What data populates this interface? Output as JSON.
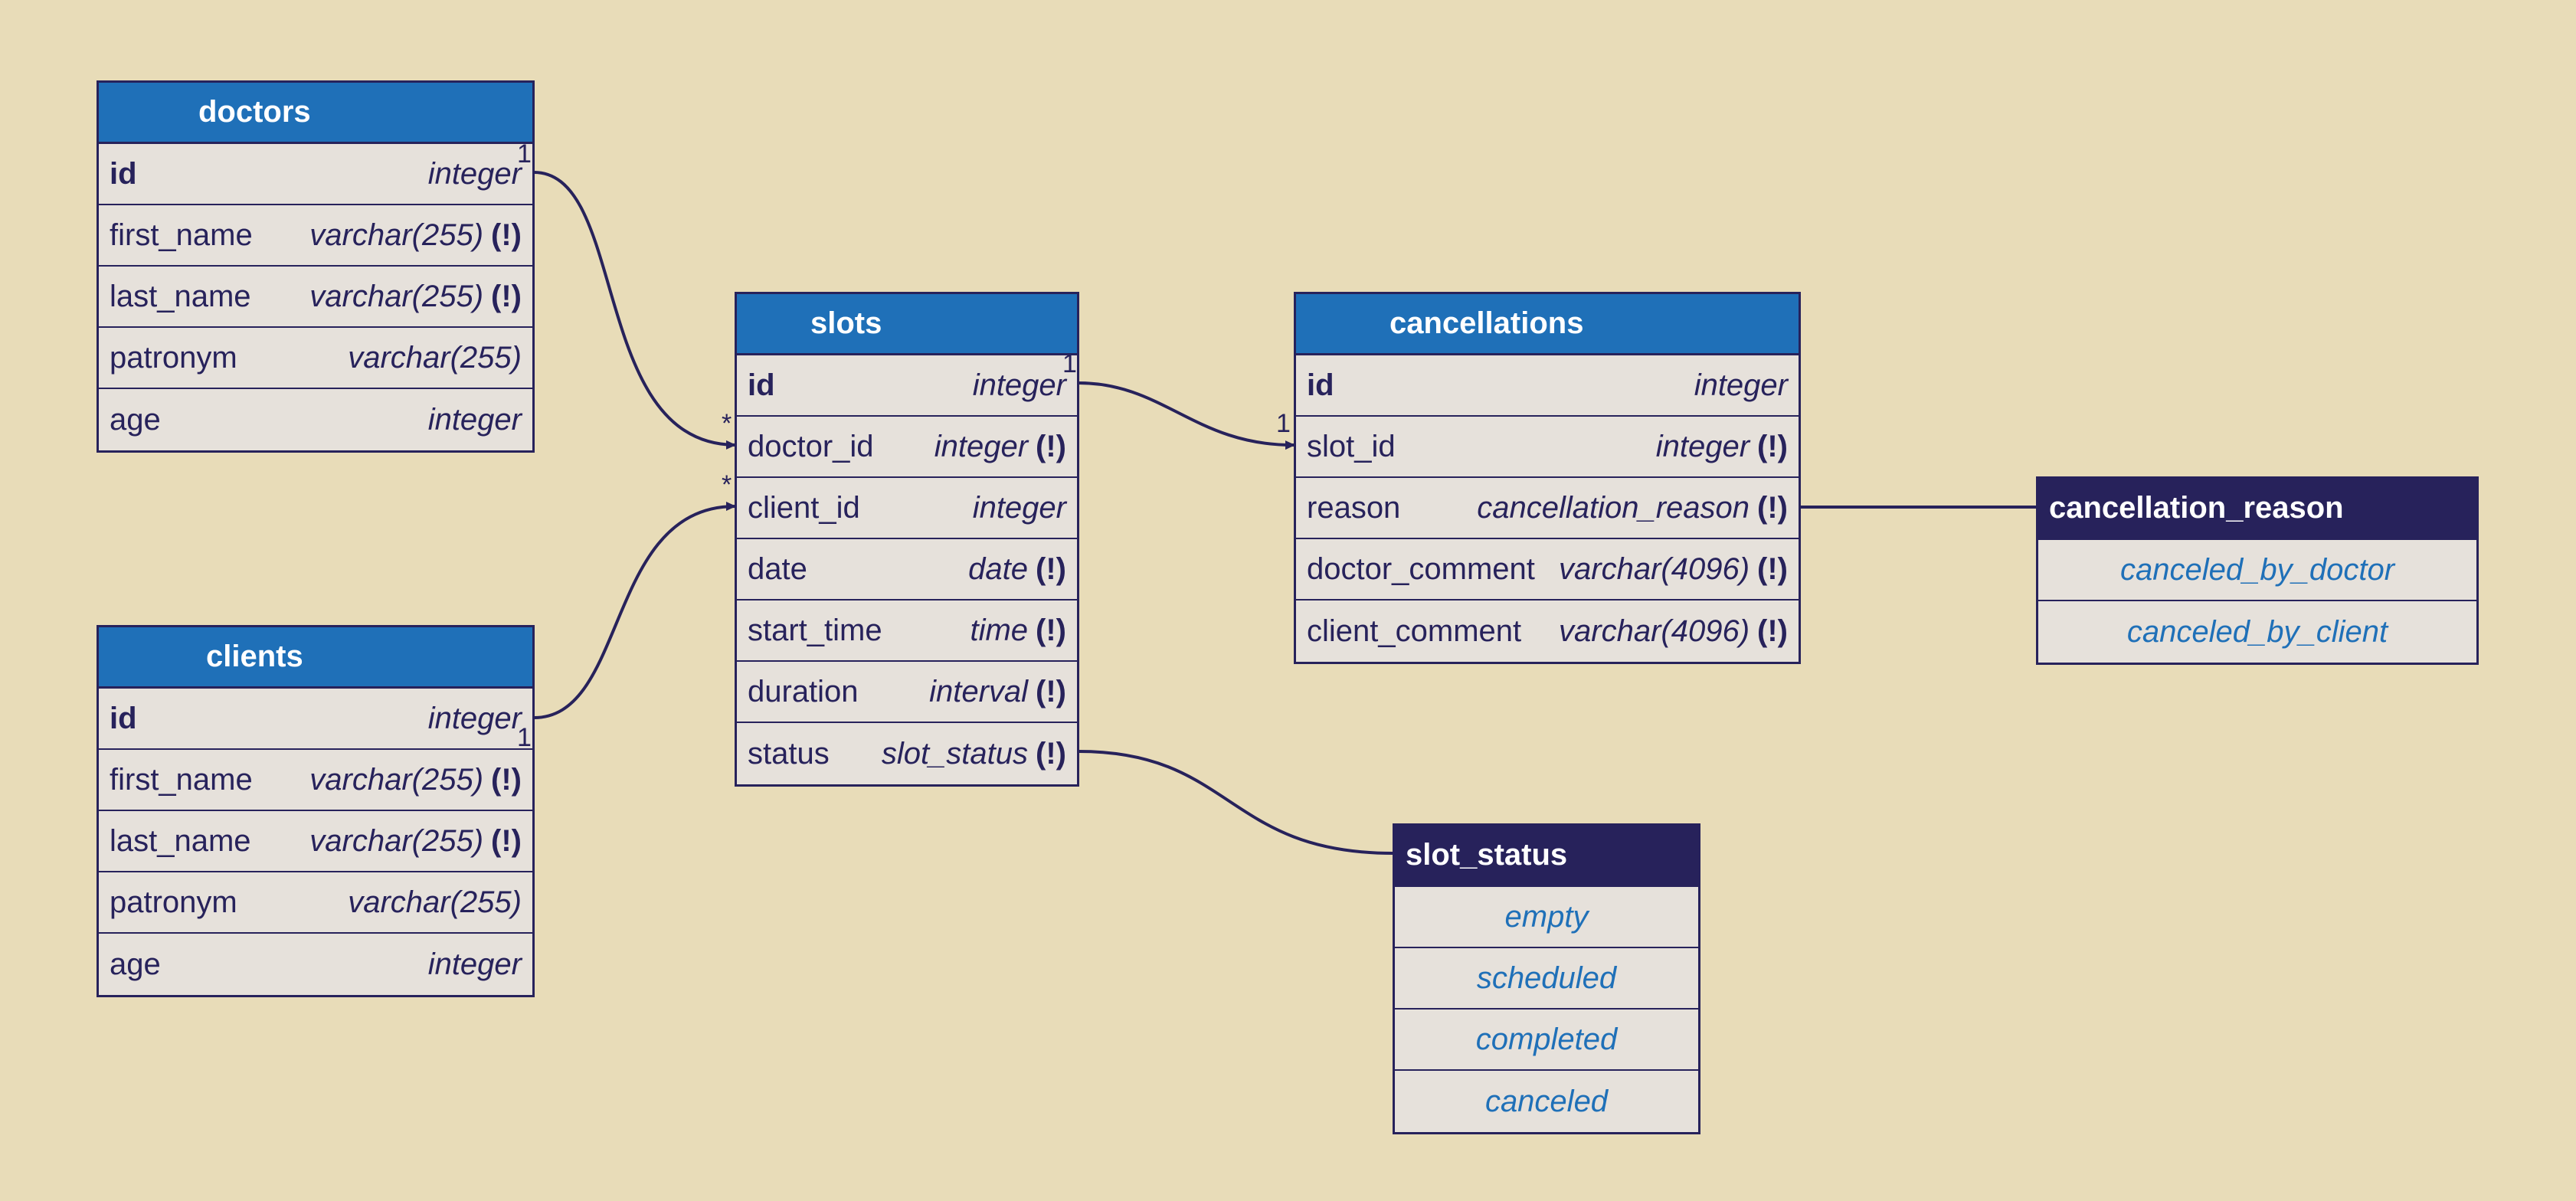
{
  "tables": {
    "doctors": {
      "name": "doctors",
      "columns": [
        {
          "name": "id",
          "type": "integer",
          "not_null": "",
          "pk": true
        },
        {
          "name": "first_name",
          "type": "varchar(255)",
          "not_null": "(!)"
        },
        {
          "name": "last_name",
          "type": "varchar(255)",
          "not_null": "(!)"
        },
        {
          "name": "patronym",
          "type": "varchar(255)",
          "not_null": ""
        },
        {
          "name": "age",
          "type": "integer",
          "not_null": ""
        }
      ]
    },
    "clients": {
      "name": "clients",
      "columns": [
        {
          "name": "id",
          "type": "integer",
          "not_null": "",
          "pk": true
        },
        {
          "name": "first_name",
          "type": "varchar(255)",
          "not_null": "(!)"
        },
        {
          "name": "last_name",
          "type": "varchar(255)",
          "not_null": "(!)"
        },
        {
          "name": "patronym",
          "type": "varchar(255)",
          "not_null": ""
        },
        {
          "name": "age",
          "type": "integer",
          "not_null": ""
        }
      ]
    },
    "slots": {
      "name": "slots",
      "columns": [
        {
          "name": "id",
          "type": "integer",
          "not_null": "",
          "pk": true
        },
        {
          "name": "doctor_id",
          "type": "integer",
          "not_null": "(!)"
        },
        {
          "name": "client_id",
          "type": "integer",
          "not_null": ""
        },
        {
          "name": "date",
          "type": "date",
          "not_null": "(!)"
        },
        {
          "name": "start_time",
          "type": "time",
          "not_null": "(!)"
        },
        {
          "name": "duration",
          "type": "interval",
          "not_null": "(!)"
        },
        {
          "name": "status",
          "type": "slot_status",
          "not_null": "(!)"
        }
      ]
    },
    "cancellations": {
      "name": "cancellations",
      "columns": [
        {
          "name": "id",
          "type": "integer",
          "not_null": "",
          "pk": true
        },
        {
          "name": "slot_id",
          "type": "integer",
          "not_null": "(!)"
        },
        {
          "name": "reason",
          "type": "cancellation_reason",
          "not_null": "(!)"
        },
        {
          "name": "doctor_comment",
          "type": "varchar(4096)",
          "not_null": "(!)"
        },
        {
          "name": "client_comment",
          "type": "varchar(4096)",
          "not_null": "(!)"
        }
      ]
    }
  },
  "enums": {
    "cancellation_reason": {
      "name": "cancellation_reason",
      "values": [
        "canceled_by_doctor",
        "canceled_by_client"
      ]
    },
    "slot_status": {
      "name": "slot_status",
      "values": [
        "empty",
        "scheduled",
        "completed",
        "canceled"
      ]
    }
  },
  "relations": [
    {
      "from": "doctors.id",
      "to": "slots.doctor_id",
      "from_card": "1",
      "to_card": "*"
    },
    {
      "from": "clients.id",
      "to": "slots.client_id",
      "from_card": "1",
      "to_card": "*"
    },
    {
      "from": "slots.id",
      "to": "cancellations.slot_id",
      "from_card": "1",
      "to_card": "1"
    },
    {
      "from": "slots.status",
      "to": "slot_status"
    },
    {
      "from": "cancellations.reason",
      "to": "cancellation_reason"
    }
  ],
  "colors": {
    "background": "#e8dcb8",
    "table_header": "#1f70b8",
    "enum_header": "#27225b",
    "border": "#27225b",
    "row_bg": "#e6e1db",
    "enum_value": "#1f70b8"
  }
}
